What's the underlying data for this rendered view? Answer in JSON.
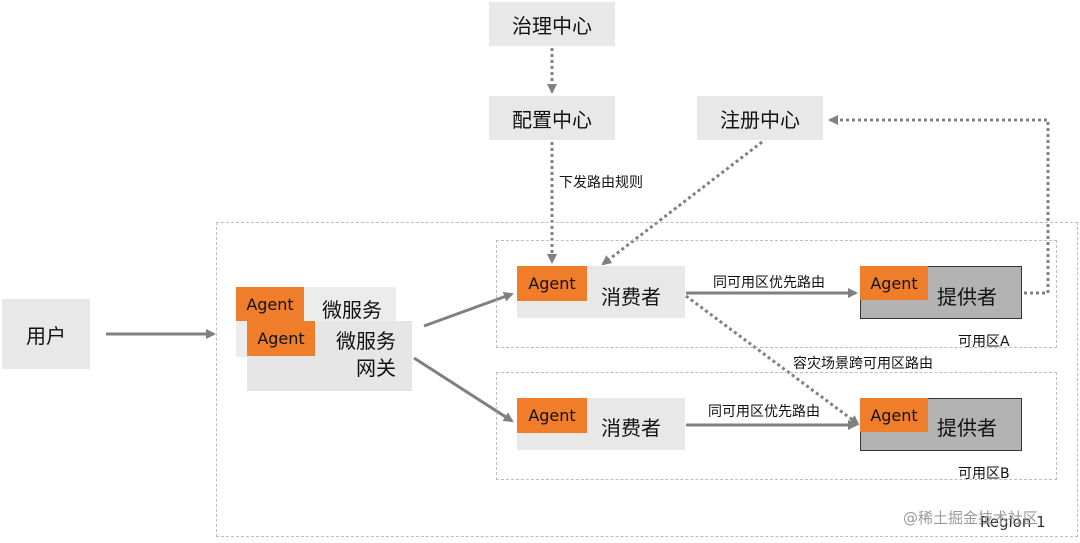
{
  "colors": {
    "agent": "#ef7d2a",
    "node_bg": "#e8e8e8",
    "provider_bg": "#b3b3b3",
    "arrow": "#808080",
    "region_border": "#bdbdbd",
    "watermark": "#9b9b9b"
  },
  "nodes": {
    "governance_center": "治理中心",
    "config_center": "配置中心",
    "registry_center": "注册中心",
    "user": "用户",
    "microservice": "微服务",
    "microservice_gateway": "微服务\n网关",
    "consumer_a": "消费者",
    "consumer_b": "消费者",
    "provider_a": "提供者",
    "provider_b": "提供者"
  },
  "agent_label": "Agent",
  "edge_labels": {
    "issue_routing_rules": "下发路由规则",
    "same_zone_priority_a": "同可用区优先路由",
    "same_zone_priority_b": "同可用区优先路由",
    "disaster_cross_zone": "容灾场景跨可用区路由"
  },
  "zones": {
    "zone_a": "可用区A",
    "zone_b": "可用区B",
    "region": "Region 1"
  },
  "watermark": "@稀土掘金技术社区"
}
